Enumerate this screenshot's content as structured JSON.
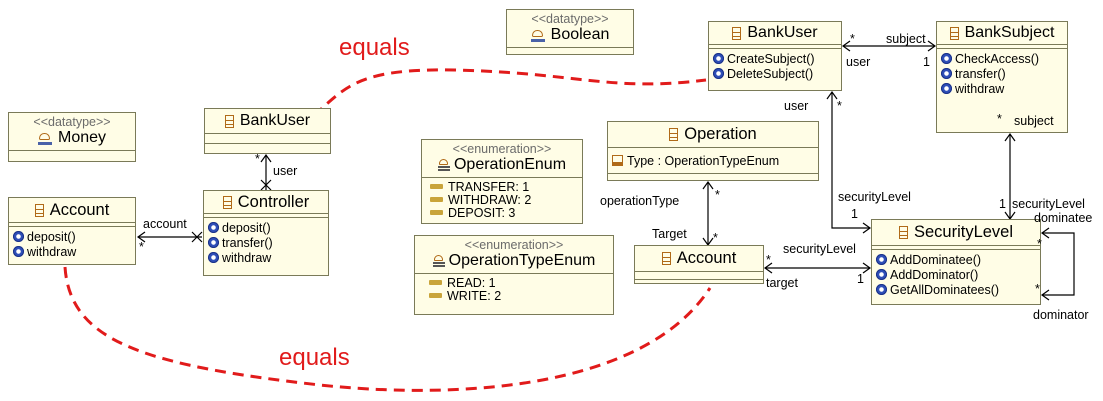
{
  "datatypes": {
    "money": {
      "stereotype": "<<datatype>>",
      "name": "Money"
    },
    "boolean": {
      "stereotype": "<<datatype>>",
      "name": "Boolean"
    }
  },
  "left": {
    "bankuser": {
      "name": "BankUser"
    },
    "controller": {
      "name": "Controller",
      "operations": [
        "deposit()",
        "transfer()",
        "withdraw"
      ]
    },
    "account": {
      "name": "Account",
      "operations": [
        "deposit()",
        "withdraw"
      ]
    }
  },
  "enums": {
    "operation_enum": {
      "stereotype": "<<enumeration>>",
      "name": "OperationEnum",
      "literals": [
        "TRANSFER: 1",
        "WITHDRAW: 2",
        "DEPOSIT: 3"
      ]
    },
    "operation_type_enum": {
      "stereotype": "<<enumeration>>",
      "name": "OperationTypeEnum",
      "literals": [
        "READ: 1",
        "WRITE: 2"
      ]
    }
  },
  "right": {
    "operation": {
      "name": "Operation",
      "attributes": [
        "Type : OperationTypeEnum"
      ]
    },
    "account": {
      "name": "Account"
    },
    "bankuser": {
      "name": "BankUser",
      "operations": [
        "CreateSubject()",
        "DeleteSubject()"
      ]
    },
    "banksubject": {
      "name": "BankSubject",
      "operations": [
        "CheckAccess()",
        "transfer()",
        "withdraw"
      ]
    },
    "securitylevel": {
      "name": "SecurityLevel",
      "operations": [
        "AddDominatee()",
        "AddDominator()",
        "GetAllDominatees()"
      ]
    }
  },
  "association_labels": {
    "user_left": "user",
    "account_left": "account",
    "star": "*",
    "one": "1",
    "subject": "subject",
    "user": "user",
    "security_level": "securityLevel",
    "operation_type": "operationType",
    "target_upper": "Target",
    "target": "target",
    "dominatee": "dominatee",
    "dominator": "dominator"
  },
  "annotations": {
    "equals_top": "equals",
    "equals_bottom": "equals"
  },
  "colors": {
    "box_fill": "#fffde6",
    "box_border": "#7a7a58",
    "equals_line": "#e11b1b",
    "class_icon": "#b06a18",
    "operation_icon": "#2f4fb8"
  }
}
